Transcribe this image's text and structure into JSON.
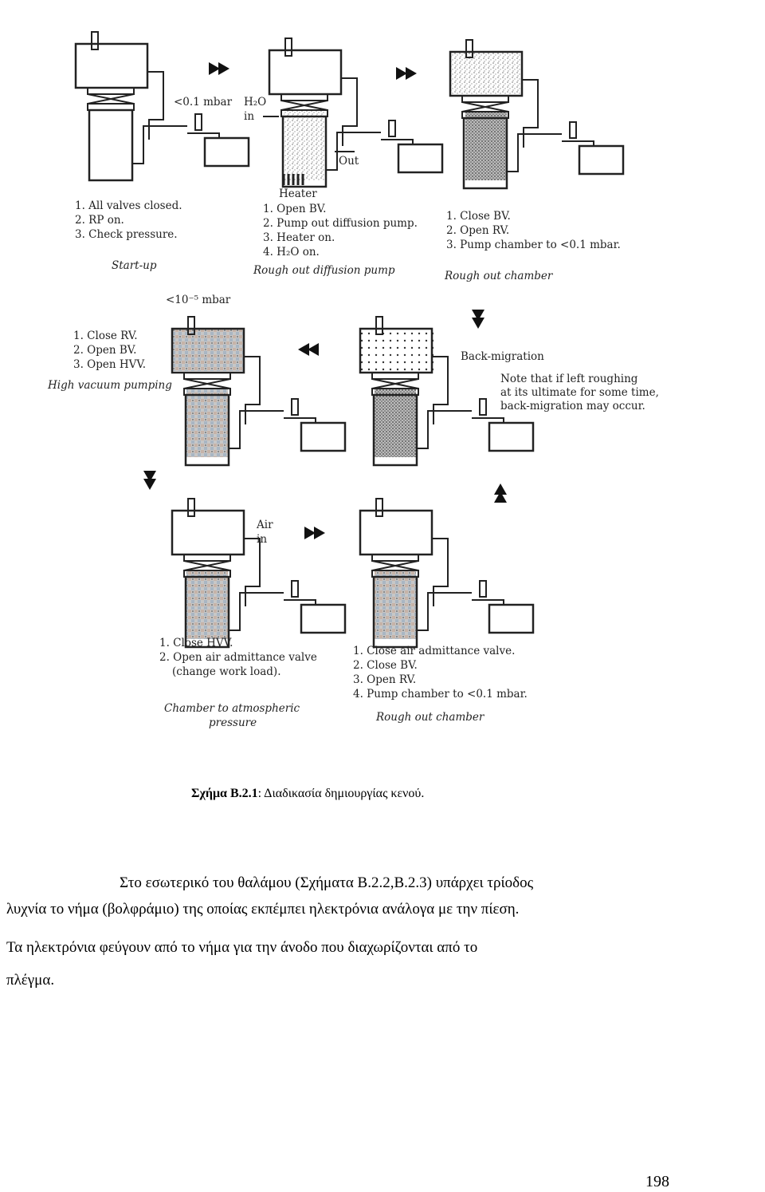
{
  "figure": {
    "panels": [
      {
        "id": "startup",
        "steps": [
          "1. All valves closed.",
          "2. RP on.",
          "3. Check pressure."
        ],
        "title": "Start-up",
        "labels": [
          "<0.1 mbar"
        ]
      },
      {
        "id": "rough-diffusion",
        "steps": [
          "1. Open BV.",
          "2. Pump out diffusion pump.",
          "3. Heater on.",
          "4. H₂O on."
        ],
        "title": "Rough out diffusion pump",
        "labels": [
          "H₂O",
          "in",
          "Out",
          "Heater"
        ]
      },
      {
        "id": "rough-chamber-1",
        "steps": [
          "1. Close BV.",
          "2. Open RV.",
          "3. Pump chamber to <0.1 mbar."
        ],
        "title": "Rough out chamber",
        "labels": []
      },
      {
        "id": "high-vacuum",
        "steps": [
          "1. Close RV.",
          "2. Open BV.",
          "3. Open HVV."
        ],
        "title": "High vacuum pumping",
        "labels": [
          "<10⁻⁵ mbar"
        ]
      },
      {
        "id": "back-migration",
        "steps": [],
        "title": "",
        "labels": [
          "Back-migration"
        ],
        "note": [
          "Note that if left roughing",
          "at its ultimate for some time,",
          "back-migration may occur."
        ]
      },
      {
        "id": "chamber-atmospheric",
        "steps": [
          "1. Close HVV.",
          "2. Open air admittance valve",
          "(change work load)."
        ],
        "title": "Chamber to atmospheric pressure",
        "title_lines": [
          "Chamber to atmospheric",
          "pressure"
        ],
        "labels": [
          "Air",
          "in"
        ]
      },
      {
        "id": "rough-chamber-2",
        "steps": [
          "1. Close air admittance valve.",
          "2. Close BV.",
          "3. Open RV.",
          "4. Pump chamber to <0.1 mbar."
        ],
        "title": "Rough out chamber",
        "labels": []
      }
    ]
  },
  "caption": {
    "label": "Σχήμα Β.2.1",
    "text": ": Διαδικασία δημιουργίας κενού."
  },
  "body": {
    "lines": [
      "Στο εσωτερικό του θαλάμου (Σχήματα Β.2.2,Β.2.3) υπάρχει τρίοδος",
      "λυχνία το νήμα (βολφράμιο) της οποίας εκπέμπει ηλεκτρόνια ανάλογα με την πίεση.",
      "Τα ηλεκτρόνια  φεύγουν από το νήμα για την άνοδο  που διαχωρίζονται από το",
      "πλέγμα."
    ]
  },
  "page_number": "198",
  "colors": {
    "ink": "#222222",
    "speckle": "#888888",
    "paper": "#ffffff"
  }
}
